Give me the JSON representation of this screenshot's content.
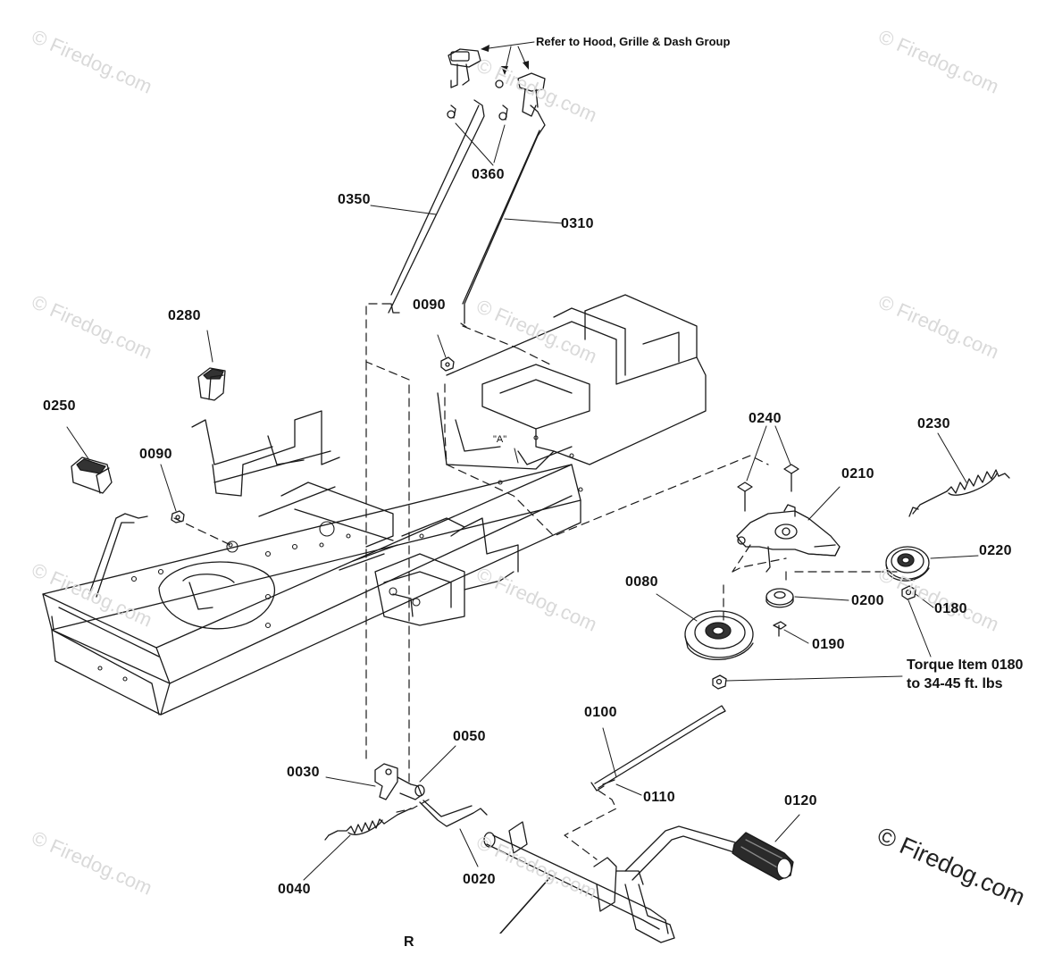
{
  "notes": {
    "refer": "Refer to Hood, Grille & Dash Group",
    "torque_line1": "Torque Item 0180",
    "torque_line2": "to 34-45 ft. lbs",
    "point_a": "\"A\"",
    "cut_text": "R"
  },
  "watermark": {
    "text": "© Firedog.com",
    "main_text": "© Firedog.com"
  },
  "parts": [
    "0360",
    "0350",
    "0310",
    "0280",
    "0090",
    "0250",
    "0090",
    "0240",
    "0230",
    "0210",
    "0220",
    "0080",
    "0200",
    "0180",
    "0190",
    "0100",
    "0050",
    "0030",
    "0110",
    "0120",
    "0040",
    "0020"
  ],
  "colors": {
    "line": "#1a1a1a",
    "watermark": "#d9d9d9"
  }
}
